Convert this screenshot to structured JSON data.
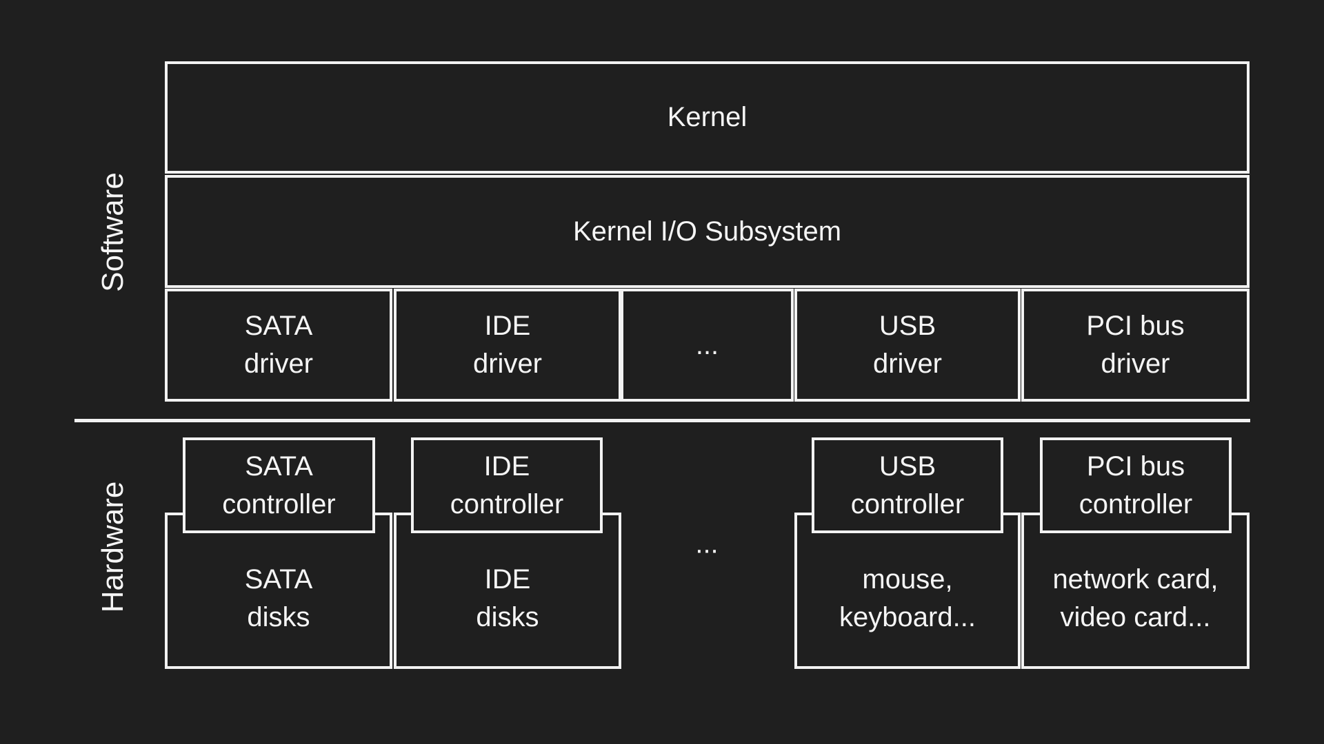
{
  "labels": {
    "software": "Software",
    "hardware": "Hardware"
  },
  "software": {
    "kernel": "Kernel",
    "io_subsystem": "Kernel I/O Subsystem",
    "drivers": [
      {
        "line1": "SATA",
        "line2": "driver"
      },
      {
        "line1": "IDE",
        "line2": "driver"
      },
      {
        "line1": "...",
        "line2": ""
      },
      {
        "line1": "USB",
        "line2": "driver"
      },
      {
        "line1": "PCI bus",
        "line2": "driver"
      }
    ]
  },
  "hardware": {
    "controllers": [
      {
        "line1": "SATA",
        "line2": "controller"
      },
      {
        "line1": "IDE",
        "line2": "controller"
      },
      {
        "line1": "USB",
        "line2": "controller"
      },
      {
        "line1": "PCI bus",
        "line2": "controller"
      }
    ],
    "devices": [
      {
        "line1": "SATA",
        "line2": "disks"
      },
      {
        "line1": "IDE",
        "line2": "disks"
      },
      {
        "line1": "mouse,",
        "line2": "keyboard..."
      },
      {
        "line1": "network card,",
        "line2": "video card..."
      }
    ],
    "ellipsis": "..."
  },
  "colors": {
    "background": "#1f1f1f",
    "stroke": "#f2f2f2",
    "text": "#f5f5f5"
  }
}
